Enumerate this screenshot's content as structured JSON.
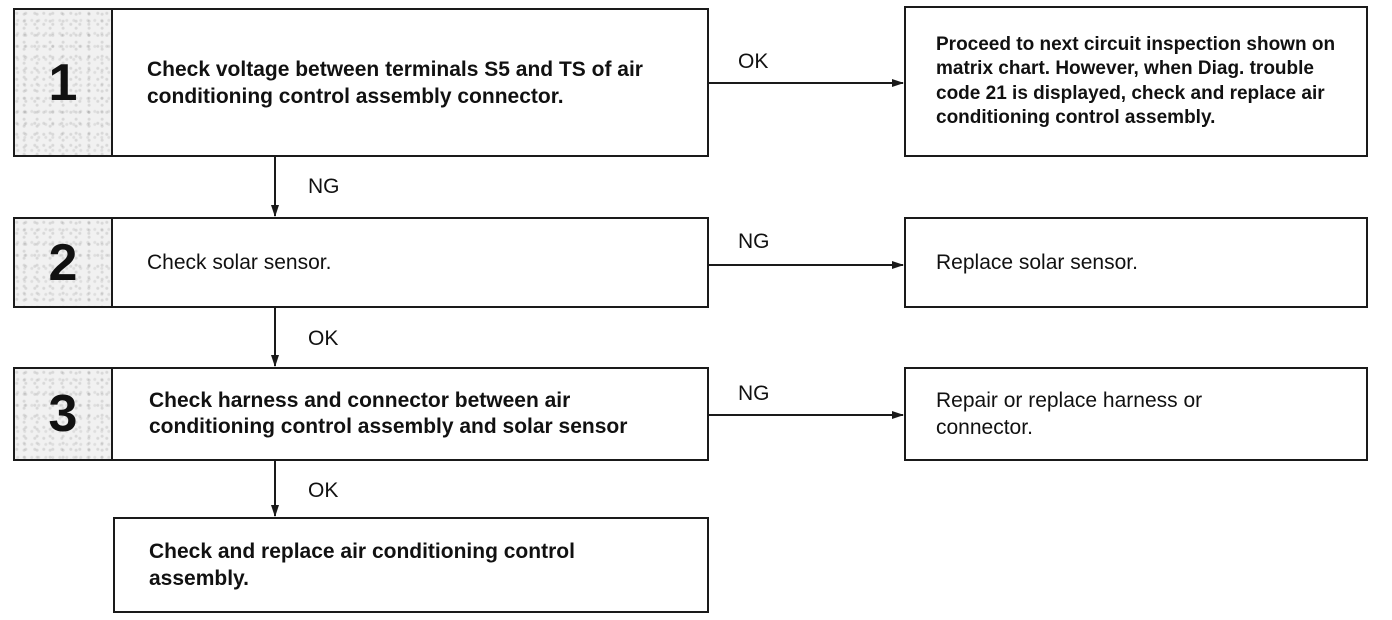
{
  "steps": [
    {
      "number": "1",
      "text": "Check voltage between terminals S5 and TS of air conditioning control assembly connector."
    },
    {
      "number": "2",
      "text": "Check solar sensor."
    },
    {
      "number": "3",
      "text": "Check harness and connector between air conditioning control assembly and solar sensor"
    }
  ],
  "results": [
    "Proceed to next circuit inspection shown on matrix chart. However, when Diag. trouble code 21 is displayed, check and replace air conditioning control assembly.",
    "Replace solar sensor.",
    "Repair or replace harness or connector."
  ],
  "final": "Check and replace air conditioning control assembly.",
  "labels": {
    "s1_right": "OK",
    "s1_down": "NG",
    "s2_right": "NG",
    "s2_down": "OK",
    "s3_right": "NG",
    "s3_down": "OK"
  }
}
